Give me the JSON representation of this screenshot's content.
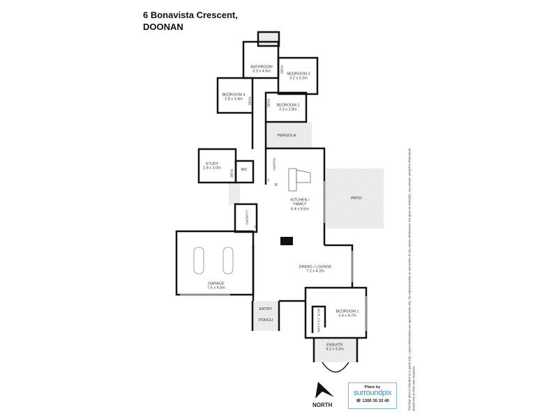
{
  "title": {
    "line1": "6 Bonavista Crescent,",
    "line2": "DOONAN"
  },
  "rooms": {
    "bathroom": {
      "name": "BATHROOM",
      "size": "3.3 x 4.5m"
    },
    "bedroom3": {
      "name": "BEDROOM 3",
      "size": "3.2 x 3.2m"
    },
    "bedroom4": {
      "name": "BEDROOM 4",
      "size": "2.8 x 3.4m"
    },
    "bedroom2": {
      "name": "BEDROOM 2",
      "size": "3.3 x 2.8m"
    },
    "pergola": {
      "name": "PERGOLA"
    },
    "study": {
      "name": "STUDY",
      "size": "2.8 x 3.0m"
    },
    "wc": {
      "name": "WC"
    },
    "pantry": {
      "name": "PANTRY"
    },
    "kitchen": {
      "name": "KITCHEN /",
      "name2": "FAMILY",
      "size": "6.4 x 9.5m"
    },
    "patio": {
      "name": "PATIO"
    },
    "laundry": {
      "name": "LAUNDRY"
    },
    "garage": {
      "name": "GARAGE",
      "size": "7.5 x 6.0m"
    },
    "dining": {
      "name": "DINING / LOUNGE",
      "size": "7.2 x 4.2m"
    },
    "entry": {
      "name": "ENTRY"
    },
    "porch": {
      "name": "PORCH"
    },
    "bedroom1": {
      "name": "BEDROOM 1",
      "size": "3.4 x 4.7m"
    },
    "wir": {
      "name": "W.I.R.",
      "size": "2.3 x 3.0m"
    },
    "ensuite": {
      "name": "ENSUITE",
      "size": "4.2 x 3.2m"
    },
    "robe": "ROBE",
    "linen": "L",
    "fridge": "R"
  },
  "compass": {
    "label": "NORTH"
  },
  "logo": {
    "plans_by": "Plans by",
    "brand": "surroundpix",
    "phone": "1300 30 32 40"
  },
  "disclaimer": "This floor plan is intended as a guide only. Layout dimensions are approximate only. No representation or warranties of any nature whatsoever are given or intended. Any person using this information should rely on their own enquiries.",
  "colors": {
    "wall": "#111111",
    "window": "#bbbbbb",
    "hatch": "#e4e4e4",
    "brand": "#2a8fd0"
  }
}
